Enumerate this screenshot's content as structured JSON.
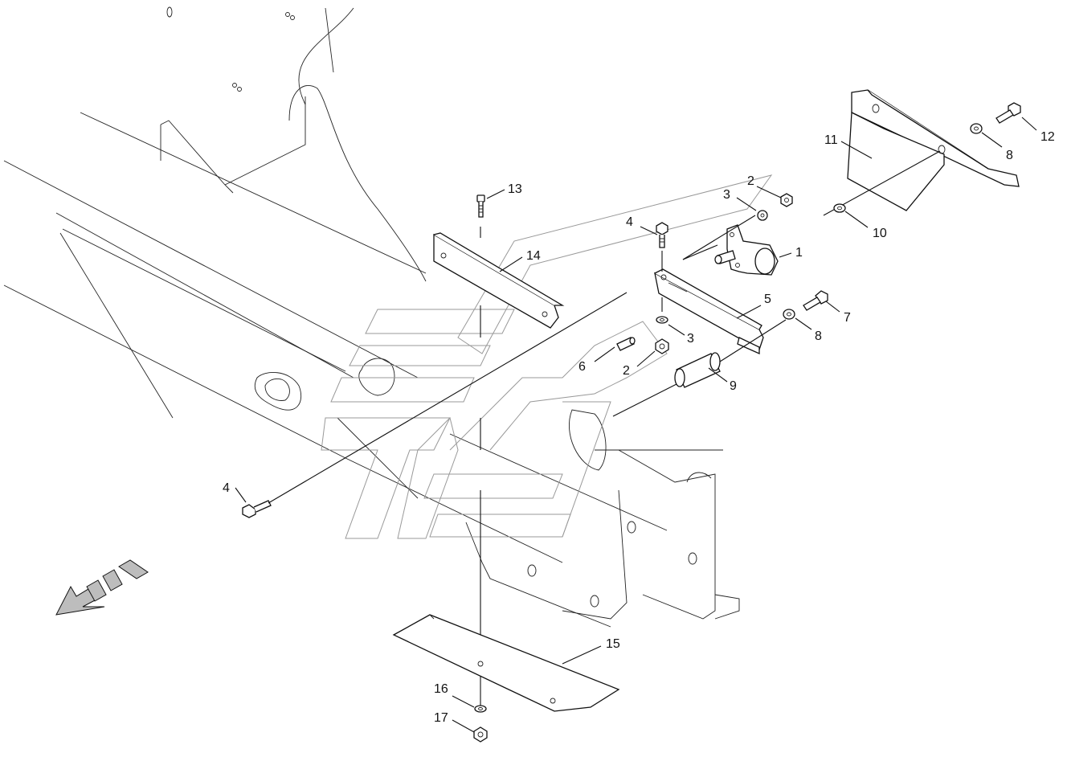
{
  "diagram": {
    "callouts": [
      {
        "id": "c1",
        "label": "1"
      },
      {
        "id": "c2a",
        "label": "2"
      },
      {
        "id": "c2b",
        "label": "2"
      },
      {
        "id": "c3a",
        "label": "3"
      },
      {
        "id": "c3b",
        "label": "3"
      },
      {
        "id": "c4a",
        "label": "4"
      },
      {
        "id": "c4b",
        "label": "4"
      },
      {
        "id": "c5",
        "label": "5"
      },
      {
        "id": "c6",
        "label": "6"
      },
      {
        "id": "c7",
        "label": "7"
      },
      {
        "id": "c8a",
        "label": "8"
      },
      {
        "id": "c8b",
        "label": "8"
      },
      {
        "id": "c9",
        "label": "9"
      },
      {
        "id": "c10",
        "label": "10"
      },
      {
        "id": "c11",
        "label": "11"
      },
      {
        "id": "c12",
        "label": "12"
      },
      {
        "id": "c13",
        "label": "13"
      },
      {
        "id": "c14",
        "label": "14"
      },
      {
        "id": "c15",
        "label": "15"
      },
      {
        "id": "c16",
        "label": "16"
      },
      {
        "id": "c17",
        "label": "17"
      }
    ],
    "direction_arrow_icon": "travel-direction-arrow-icon",
    "colors": {
      "line": "#111111",
      "ghost": "#999999",
      "background": "#ffffff"
    }
  }
}
